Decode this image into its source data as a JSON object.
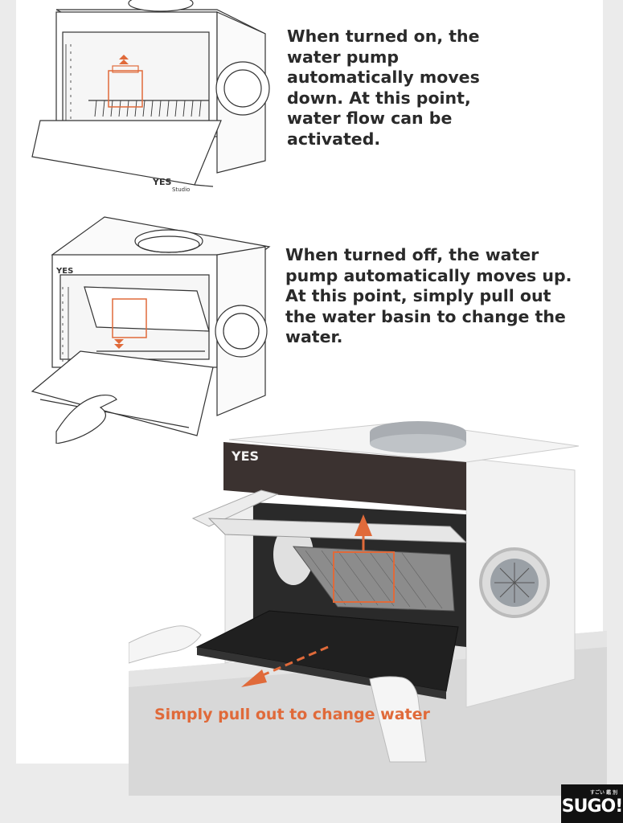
{
  "captions": {
    "pump_on": "When turned on, the water pump automatically moves down. At this point, water flow can be activated.",
    "pump_off": "When turned off, the water pump automatically moves up. At this point, simply pull out the water basin to change the water."
  },
  "illustration_1": {
    "logo_text": "YES",
    "sublabel": "Studio"
  },
  "illustration_2": {
    "logo_text": "YES"
  },
  "photo": {
    "logo_text": "YES",
    "overlay_text": "Simply pull out to change water"
  },
  "watermark": {
    "main": "SUGO!",
    "sub": "すごい 鑑 別"
  },
  "colors": {
    "accent": "#e06a3a",
    "text": "#2a2a2a",
    "background": "#ebebeb",
    "panel": "#ffffff"
  }
}
